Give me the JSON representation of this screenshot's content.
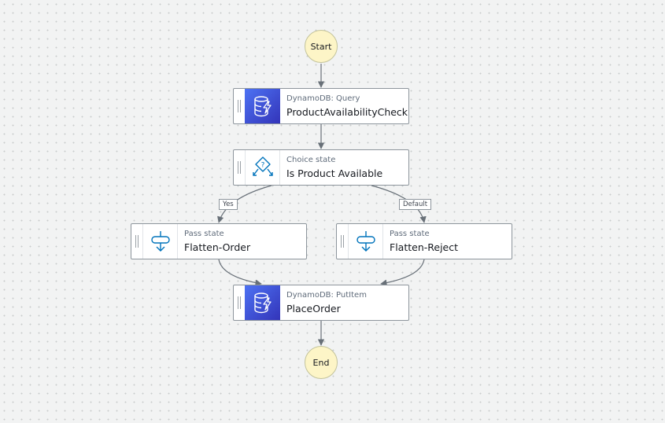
{
  "diagram": {
    "start_label": "Start",
    "end_label": "End",
    "states": {
      "query": {
        "type": "DynamoDB: Query",
        "name": "ProductAvailabilityCheck",
        "icon": "dynamodb-icon"
      },
      "choice": {
        "type": "Choice state",
        "name": "Is Product Available",
        "icon": "choice-icon"
      },
      "flatten_order": {
        "type": "Pass state",
        "name": "Flatten-Order",
        "icon": "pass-icon"
      },
      "flatten_reject": {
        "type": "Pass state",
        "name": "Flatten-Reject",
        "icon": "pass-icon"
      },
      "place_order": {
        "type": "DynamoDB: PutItem",
        "name": "PlaceOrder",
        "icon": "dynamodb-icon"
      }
    },
    "edges": {
      "yes_label": "Yes",
      "default_label": "Default"
    }
  },
  "colors": {
    "canvas_background": "#f2f3f3",
    "terminal_fill": "#fdf5c7",
    "dynamodb_gradient_start": "#4d72f3",
    "dynamodb_gradient_end": "#3334b9",
    "flow_icon": "#0073bb",
    "edge_line": "#687078"
  }
}
